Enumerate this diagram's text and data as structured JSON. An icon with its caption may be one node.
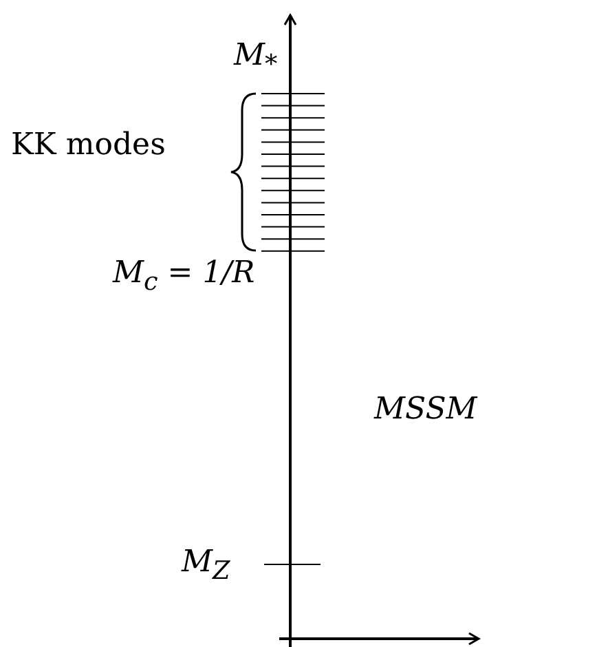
{
  "diagram": {
    "labels": [
      "M$_{*}$",
      "KK modes",
      "M$_{c}$ = 1/R",
      "MSSM",
      "M$_{Z}$"
    ]
  }
}
